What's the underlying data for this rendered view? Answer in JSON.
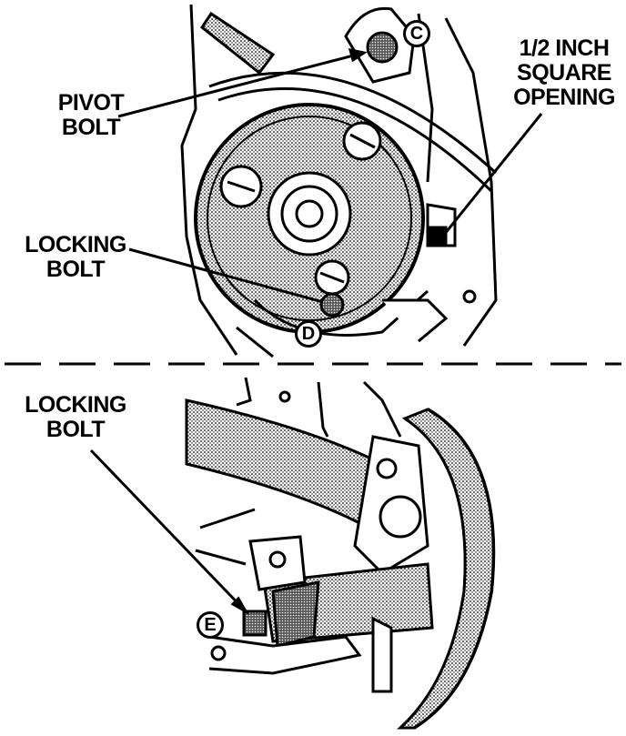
{
  "labels": {
    "pivot_bolt": [
      "PIVOT",
      "BOLT"
    ],
    "square_opening": [
      "1/2 INCH",
      "SQUARE",
      "OPENING"
    ],
    "locking_bolt_top": [
      "LOCKING",
      "BOLT"
    ],
    "locking_bolt_bottom": [
      "LOCKING",
      "BOLT"
    ]
  },
  "callouts": {
    "c": "C",
    "d": "D",
    "e": "E"
  },
  "colors": {
    "ink": "#000000",
    "paper": "#ffffff",
    "shade": "#7a7a7a"
  }
}
